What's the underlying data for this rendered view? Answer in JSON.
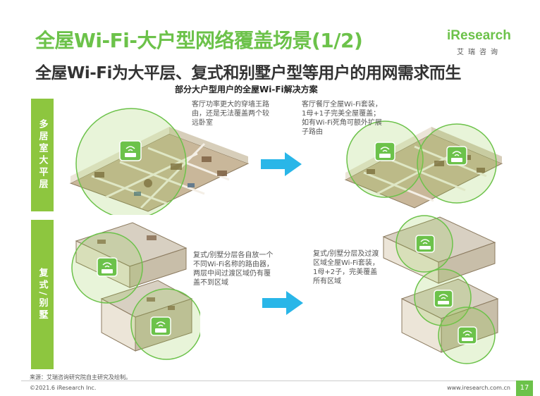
{
  "header": {
    "title": "全屋Wi-Fi-大户型网络覆盖场景(1/2)",
    "subtitle": "全屋Wi-Fi为大平层、复式和别墅户型等用户的用网需求而生"
  },
  "logo": {
    "name": "iResearch",
    "sub": "艾瑞咨询"
  },
  "section_title": "部分大户型用户的全屋Wi-Fi解决方案",
  "rows": [
    {
      "category": "多居室大平层",
      "before_note": "客厅功率更大的穿墙王路由，还是无法覆盖两个较远卧室",
      "after_note": "客厅餐厅全屋Wi-Fi套装，1母+1子完美全屋覆盖；如有Wi-Fi死角可额外扩展子路由"
    },
    {
      "category": "复式/别墅",
      "before_note": "复式/别墅分层各自放一个不同Wi-Fi名称的路由器，两层中间过渡区域仍有覆盖不到区域",
      "after_note": "复式/别墅分层及过渡区域全屋Wi-Fi套装，1母+2子，完美覆盖所有区域"
    }
  ],
  "footer": {
    "source": "来源：艾瑞咨询研究院自主研究及绘制。",
    "copyright": "©2021.6 iResearch Inc.",
    "url": "www.iresearch.com.cn",
    "page": "17"
  },
  "colors": {
    "accent": "#6cc24a",
    "band": "#8dc63f",
    "arrow": "#29b6e8",
    "coverage": "#8dc63f"
  }
}
